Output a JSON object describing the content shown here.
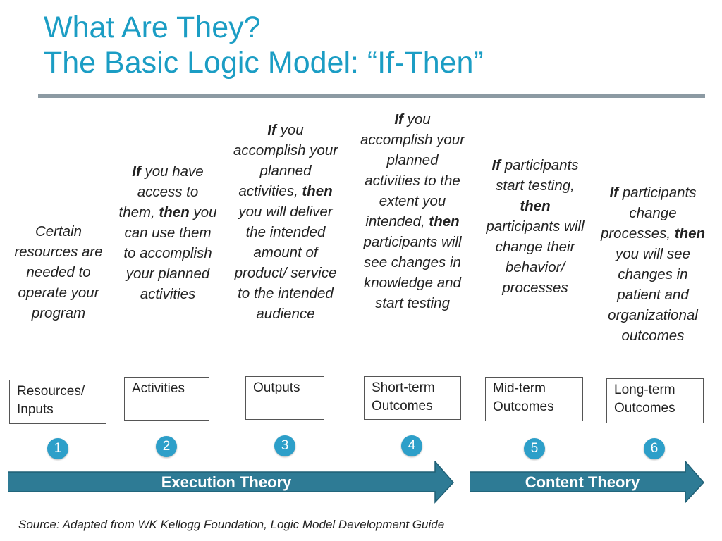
{
  "title": {
    "line1": "What Are They?",
    "line2": "The Basic Logic Model: “If-Then”"
  },
  "columns": [
    {
      "id": 1,
      "text": [
        {
          "t": "Certain resources are needed to operate your program",
          "b": false
        }
      ],
      "box_line1": "Resources/",
      "box_line2": "Inputs",
      "number": "1"
    },
    {
      "id": 2,
      "text": [
        {
          "t": "If",
          "b": true
        },
        {
          "t": " you have access to them, ",
          "b": false
        },
        {
          "t": "then",
          "b": true
        },
        {
          "t": " you can use them to accomplish your planned activities",
          "b": false
        }
      ],
      "box_line1": "Activities",
      "box_line2": "",
      "number": "2"
    },
    {
      "id": 3,
      "text": [
        {
          "t": "If",
          "b": true
        },
        {
          "t": " you accomplish your planned activities, ",
          "b": false
        },
        {
          "t": "then",
          "b": true
        },
        {
          "t": " you will deliver the intended amount of product/ service to the intended audience",
          "b": false
        }
      ],
      "box_line1": "Outputs",
      "box_line2": "",
      "number": "3"
    },
    {
      "id": 4,
      "text": [
        {
          "t": "If",
          "b": true
        },
        {
          "t": " you accomplish your planned activities to the extent you intended, ",
          "b": false
        },
        {
          "t": "then",
          "b": true
        },
        {
          "t": " participants will see changes in knowledge and start testing",
          "b": false
        }
      ],
      "box_line1": "Short-term",
      "box_line2": "Outcomes",
      "number": "4"
    },
    {
      "id": 5,
      "text": [
        {
          "t": "If",
          "b": true
        },
        {
          "t": " participants start testing, ",
          "b": false
        },
        {
          "t": "then",
          "b": true
        },
        {
          "t": " participants will change their behavior/ processes",
          "b": false
        }
      ],
      "box_line1": "Mid-term",
      "box_line2": "Outcomes",
      "number": "5"
    },
    {
      "id": 6,
      "text": [
        {
          "t": "If",
          "b": true
        },
        {
          "t": " participants change processes, ",
          "b": false
        },
        {
          "t": "then",
          "b": true
        },
        {
          "t": " you will see changes in patient and organizational outcomes",
          "b": false
        }
      ],
      "box_line1": "Long-term",
      "box_line2": "Outcomes",
      "number": "6"
    }
  ],
  "arrows": {
    "execution": "Execution Theory",
    "content": "Content Theory"
  },
  "source": "Source: Adapted from WK Kellogg Foundation, Logic Model Development Guide",
  "colors": {
    "title": "#1b9dc4",
    "rule": "#8c9aa3",
    "arrow": "#2e7b95",
    "circle": "#2d9fc9"
  }
}
